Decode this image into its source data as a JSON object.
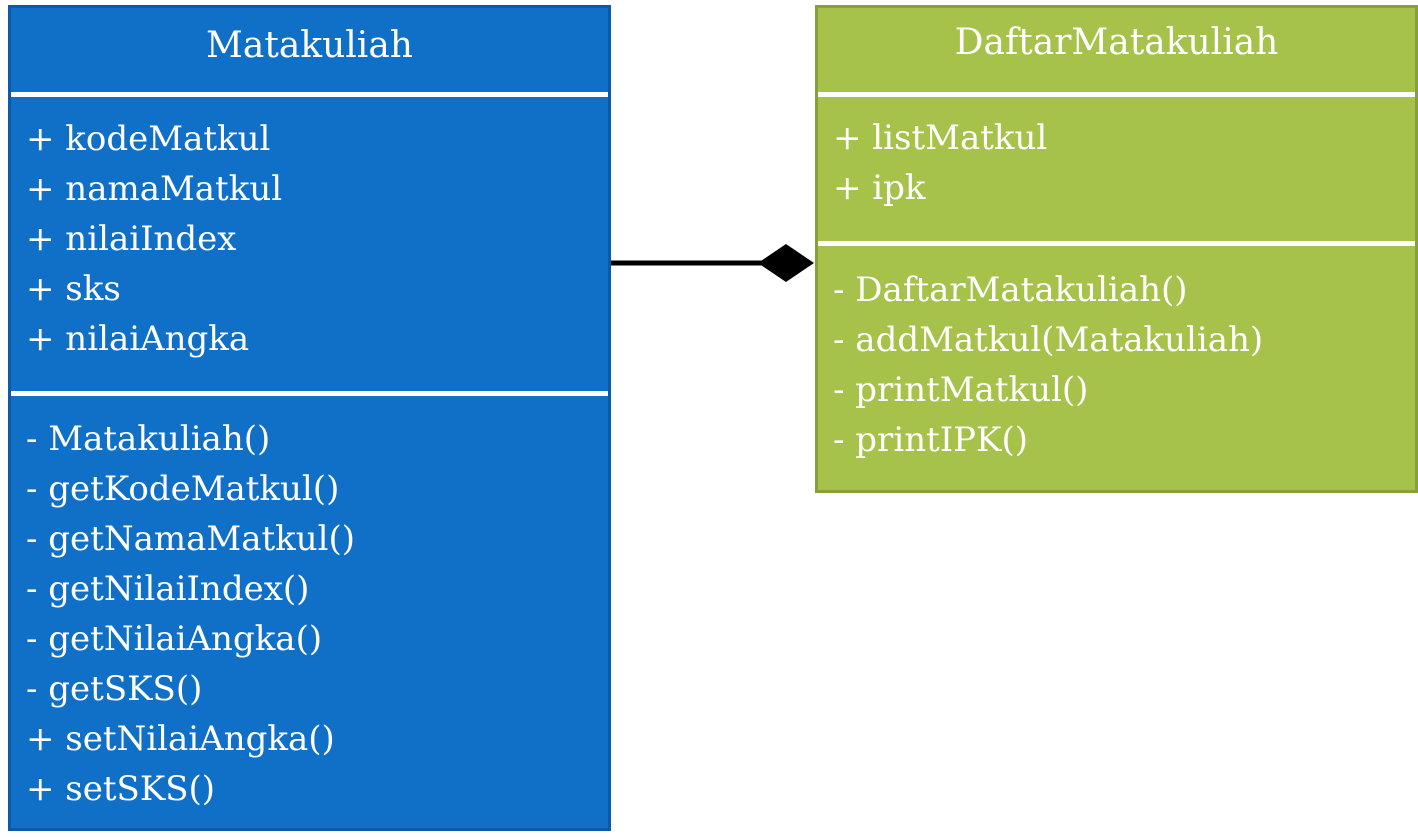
{
  "classes": [
    {
      "name": "Matakuliah",
      "fill_color": "#1070c8",
      "attributes": [
        "+ kodeMatkul",
        "+ namaMatkul",
        "+ nilaiIndex",
        "+ sks",
        "+ nilaiAngka"
      ],
      "methods": [
        "- Matakuliah()",
        "- getKodeMatkul()",
        "- getNamaMatkul()",
        "- getNilaiIndex()",
        "- getNilaiAngka()",
        "- getSKS()",
        "+ setNilaiAngka()",
        "+ setSKS()"
      ]
    },
    {
      "name": "DaftarMatakuliah",
      "fill_color": "#a7c24a",
      "attributes": [
        "+ listMatkul",
        "+ ipk"
      ],
      "methods": [
        "- DaftarMatakuliah()",
        "- addMatkul(Matakuliah)",
        "- printMatkul()",
        "- printIPK()"
      ]
    }
  ],
  "relationship": {
    "type": "composition",
    "from": "Matakuliah",
    "to": "DaftarMatakuliah",
    "diamond_at": "DaftarMatakuliah",
    "line_color": "#000000"
  }
}
